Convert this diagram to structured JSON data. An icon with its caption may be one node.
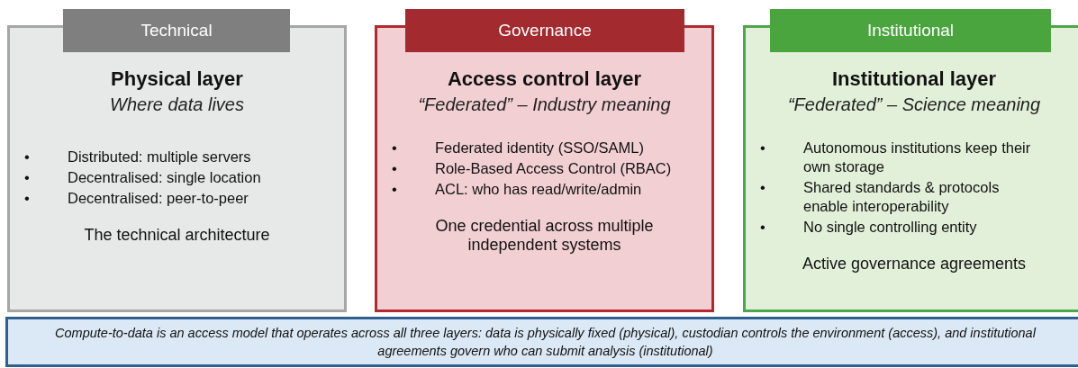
{
  "diagram": {
    "nodes": [
      {
        "text": [
          "Technical"
        ]
      },
      {
        "text": [
          "Physical layer",
          "Where data lives",
          "•",
          "Distributed: multiple servers",
          "•",
          "Decentralised: single location",
          "•",
          "Decentralised: peer-to-peer",
          "The technical architecture"
        ]
      },
      {
        "text": [
          "Governance"
        ]
      },
      {
        "text": [
          "Access control layer",
          "“Federated” – Industry meaning",
          "•",
          "Federated identity (SSO/SAML)",
          "•",
          "Role-Based Access Control (RBAC)",
          "•",
          "ACL: who has read/write/admin",
          "One credential across multiple independent systems"
        ]
      },
      {
        "text": [
          "Institutional"
        ]
      },
      {
        "text": [
          "Institutional layer",
          "“Federated” – Science meaning",
          "•",
          "Autonomous institutions keep their own storage",
          "•",
          "Shared standards & protocols enable interoperability",
          "•",
          "No single controlling entity",
          "Active governance agreements"
        ]
      },
      {
        "text": [
          "Compute-to-data is an access model that operates across all three layers: data is physically fixed (physical), custodian controls the environment (access), and institutional agreements govern who can submit analysis (institutional)"
        ]
      }
    ],
    "edges": []
  }
}
